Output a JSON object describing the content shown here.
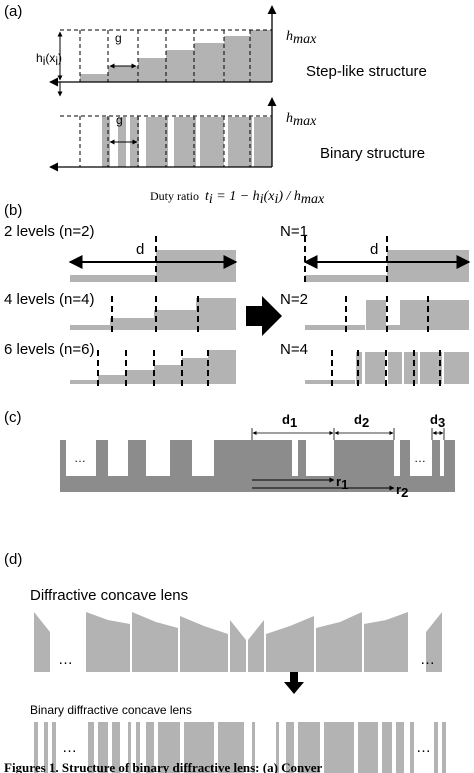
{
  "panels": {
    "a": {
      "label": "(a)",
      "hmax_top": "h",
      "hmax_top_sub": "max",
      "hmax_bottom": "h",
      "hmax_bottom_sub": "max",
      "hi_label": "h",
      "hi_sub": "i",
      "hi_paren": "(x",
      "hi_paren_sub": "i",
      "hi_close": ")",
      "g_top": "g",
      "g_bottom": "g",
      "step_title": "Step-like structure",
      "binary_title": "Binary structure",
      "duty_prefix": "Duty ratio",
      "duty_formula": "t",
      "duty_formula_sub": "i",
      "duty_rest": " = 1 − h",
      "duty_rest_sub": "i",
      "duty_paren": "(x",
      "duty_paren_sub": "i",
      "duty_tail": ") / h",
      "duty_tail_sub": "max"
    },
    "b": {
      "label": "(b)",
      "row1": "2 levels (n=2)",
      "row2": "4 levels (n=4)",
      "row3": "6 levels (n=6)",
      "d_left": "d",
      "d_right": "d",
      "n1": "N=1",
      "n2": "N=2",
      "n4": "N=4"
    },
    "c": {
      "label": "(c)",
      "d1": "d",
      "d1_sub": "1",
      "d2": "d",
      "d2_sub": "2",
      "d3": "d",
      "d3_sub": "3",
      "r1": "r",
      "r1_sub": "1",
      "r2": "r",
      "r2_sub": "2",
      "dots_left": "…",
      "dots_right": "…"
    },
    "d": {
      "label": "(d)",
      "title_top": "Diffractive concave lens",
      "title_bottom": "Binary diffractive concave lens",
      "dots1_left": "…",
      "dots1_right": "…",
      "dots2_left": "…",
      "dots2_right": "…"
    }
  },
  "caption": "Figures 1. Structure of binary diffractive lens: (a) Conver",
  "colors": {
    "gray": "#b3b3b3",
    "darkgray": "#8c8c8c",
    "line": "#000000"
  }
}
